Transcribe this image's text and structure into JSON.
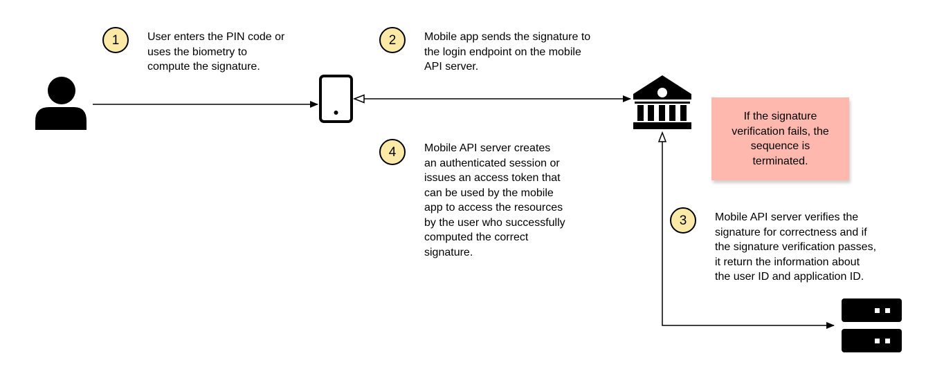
{
  "steps": [
    {
      "number": "1",
      "text": "User enters the PIN code or\nuses the biometry to\ncompute the signature."
    },
    {
      "number": "2",
      "text": "Mobile app sends the signature to\nthe login endpoint on the mobile\nAPI server."
    },
    {
      "number": "3",
      "text": "Mobile API server verifies the\nsignature for correctness and if\nthe signature verification passes,\nit return the information about\nthe user ID and application ID."
    },
    {
      "number": "4",
      "text": "Mobile API server creates\nan authenticated session or\nissues an access token that\ncan be used by the mobile\napp to access the resources\nby the user who successfully\ncomputed the correct\nsignature."
    }
  ],
  "note": {
    "text": "If the signature\nverification fails, the\nsequence is\nterminated.",
    "color": "#ffb8ae"
  },
  "icons": [
    "user-icon",
    "mobile-phone-icon",
    "bank-building-icon",
    "server-icon"
  ],
  "colors": {
    "step_badge": "#fbe9a8",
    "stroke": "#000000"
  }
}
